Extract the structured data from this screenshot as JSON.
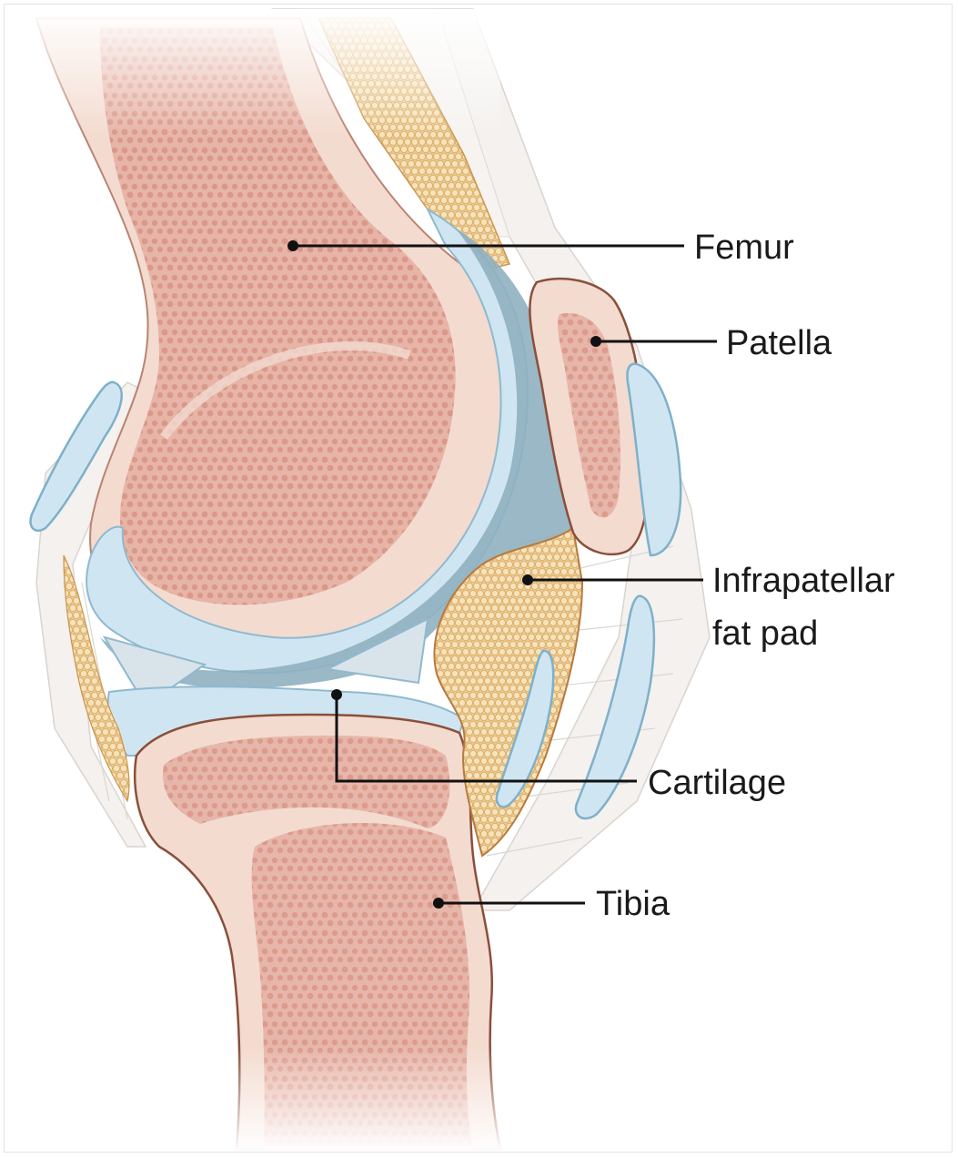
{
  "diagram": {
    "colors": {
      "bone_outer": "#f3d9cd",
      "bone_inner": "#e3aca0",
      "bone_edge": "#8a4f3b",
      "cartilage": "#cfe6f2",
      "cartilage_edge": "#8fb9cf",
      "joint_space": "#8fb0c0",
      "fat": "#efcd98",
      "ligament": "#f3f1ef",
      "line": "#111111"
    },
    "labels": {
      "femur": "Femur",
      "patella": "Patella",
      "fat_pad_line1": "Infrapatellar",
      "fat_pad_line2": "fat pad",
      "cartilage": "Cartilage",
      "tibia": "Tibia"
    }
  }
}
